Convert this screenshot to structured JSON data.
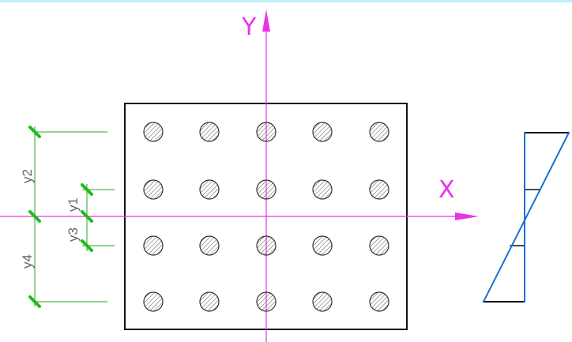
{
  "axes": {
    "x_label": "X",
    "y_label": "Y"
  },
  "dimensions": {
    "y1": "y1",
    "y2": "y2",
    "y3": "y3",
    "y4": "y4"
  },
  "bolt_grid": {
    "rows": 4,
    "cols": 5
  },
  "colors": {
    "axis": "#e833e8",
    "dimension": "#22a822",
    "dimension_tick": "#1bbd1b",
    "section_outline": "#111111",
    "stress_diagram": "#1a6fd6",
    "hatch": "#555555",
    "top_line": "#bfeef6"
  }
}
